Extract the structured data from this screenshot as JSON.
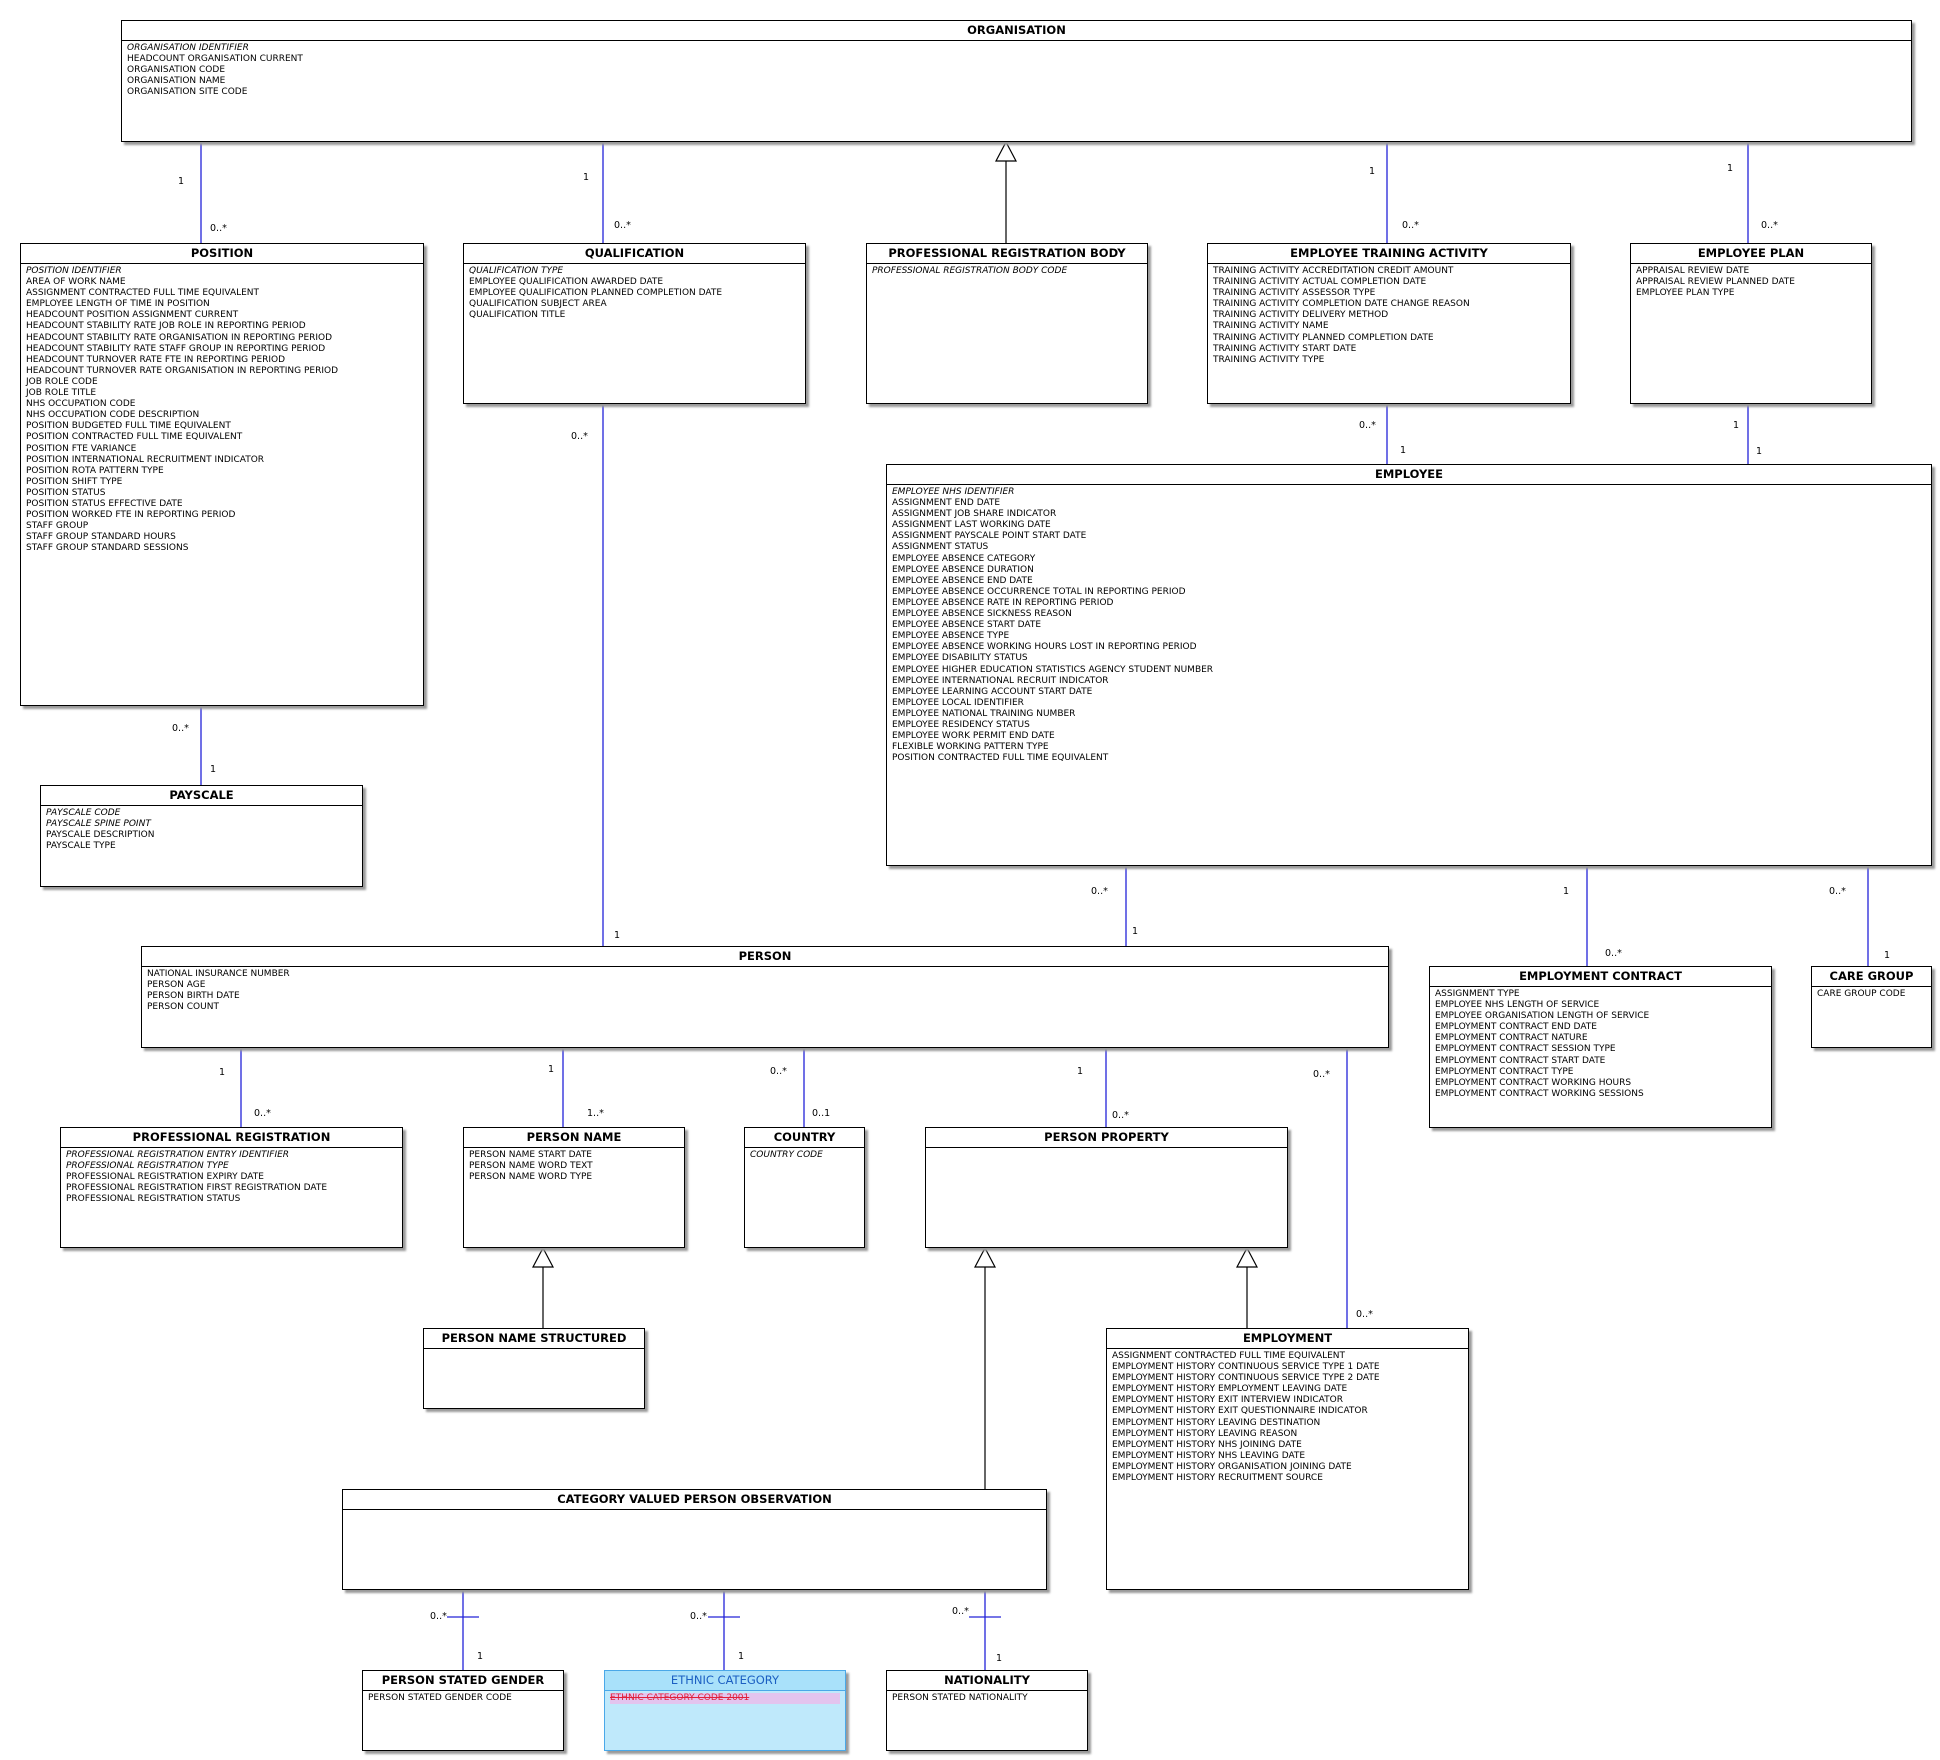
{
  "colors": {
    "line": "#2424d8",
    "inherit": "#000000",
    "border": "#000000",
    "highlight": "#bfe9fb"
  },
  "entities": {
    "organisation": {
      "title": "ORGANISATION",
      "attributes": [
        {
          "text": "ORGANISATION IDENTIFIER",
          "key": true
        },
        {
          "text": "HEADCOUNT ORGANISATION CURRENT"
        },
        {
          "text": "ORGANISATION CODE"
        },
        {
          "text": "ORGANISATION NAME"
        },
        {
          "text": "ORGANISATION SITE CODE"
        }
      ]
    },
    "position": {
      "title": "POSITION",
      "attributes": [
        {
          "text": "POSITION IDENTIFIER",
          "key": true
        },
        {
          "text": "AREA OF WORK NAME"
        },
        {
          "text": "ASSIGNMENT CONTRACTED FULL TIME EQUIVALENT"
        },
        {
          "text": "EMPLOYEE LENGTH OF TIME IN POSITION"
        },
        {
          "text": "HEADCOUNT POSITION ASSIGNMENT CURRENT"
        },
        {
          "text": "HEADCOUNT STABILITY RATE JOB ROLE IN REPORTING PERIOD"
        },
        {
          "text": "HEADCOUNT STABILITY RATE ORGANISATION IN REPORTING PERIOD"
        },
        {
          "text": "HEADCOUNT STABILITY RATE STAFF GROUP IN REPORTING PERIOD"
        },
        {
          "text": "HEADCOUNT TURNOVER RATE FTE IN REPORTING PERIOD"
        },
        {
          "text": "HEADCOUNT TURNOVER RATE ORGANISATION IN REPORTING PERIOD"
        },
        {
          "text": "JOB ROLE CODE"
        },
        {
          "text": "JOB ROLE TITLE"
        },
        {
          "text": "NHS OCCUPATION CODE"
        },
        {
          "text": "NHS OCCUPATION CODE DESCRIPTION"
        },
        {
          "text": "POSITION BUDGETED FULL TIME EQUIVALENT"
        },
        {
          "text": "POSITION CONTRACTED FULL TIME EQUIVALENT"
        },
        {
          "text": "POSITION FTE VARIANCE"
        },
        {
          "text": "POSITION INTERNATIONAL RECRUITMENT INDICATOR"
        },
        {
          "text": "POSITION ROTA PATTERN TYPE"
        },
        {
          "text": "POSITION SHIFT TYPE"
        },
        {
          "text": "POSITION STATUS"
        },
        {
          "text": "POSITION STATUS EFFECTIVE DATE"
        },
        {
          "text": "POSITION WORKED FTE IN REPORTING PERIOD"
        },
        {
          "text": "STAFF GROUP"
        },
        {
          "text": "STAFF GROUP STANDARD HOURS"
        },
        {
          "text": "STAFF GROUP STANDARD SESSIONS"
        }
      ]
    },
    "qualification": {
      "title": "QUALIFICATION",
      "attributes": [
        {
          "text": "QUALIFICATION TYPE",
          "key": true
        },
        {
          "text": "EMPLOYEE QUALIFICATION AWARDED DATE"
        },
        {
          "text": "EMPLOYEE QUALIFICATION PLANNED COMPLETION DATE"
        },
        {
          "text": "QUALIFICATION SUBJECT AREA"
        },
        {
          "text": "QUALIFICATION TITLE"
        }
      ]
    },
    "professional_registration_body": {
      "title": "PROFESSIONAL REGISTRATION BODY",
      "attributes": [
        {
          "text": "PROFESSIONAL REGISTRATION BODY CODE",
          "key": true
        }
      ]
    },
    "employee_training_activity": {
      "title": "EMPLOYEE TRAINING ACTIVITY",
      "attributes": [
        {
          "text": "TRAINING ACTIVITY ACCREDITATION  CREDIT AMOUNT"
        },
        {
          "text": "TRAINING ACTIVITY ACTUAL COMPLETION DATE"
        },
        {
          "text": "TRAINING ACTIVITY ASSESSOR TYPE"
        },
        {
          "text": "TRAINING ACTIVITY COMPLETION DATE CHANGE REASON"
        },
        {
          "text": "TRAINING ACTIVITY DELIVERY METHOD"
        },
        {
          "text": "TRAINING ACTIVITY NAME"
        },
        {
          "text": "TRAINING ACTIVITY PLANNED COMPLETION DATE"
        },
        {
          "text": "TRAINING ACTIVITY START DATE"
        },
        {
          "text": "TRAINING ACTIVITY TYPE"
        }
      ]
    },
    "employee_plan": {
      "title": "EMPLOYEE PLAN",
      "attributes": [
        {
          "text": "APPRAISAL REVIEW DATE"
        },
        {
          "text": "APPRAISAL REVIEW PLANNED DATE"
        },
        {
          "text": "EMPLOYEE PLAN TYPE"
        }
      ]
    },
    "employee": {
      "title": "EMPLOYEE",
      "attributes": [
        {
          "text": "EMPLOYEE NHS IDENTIFIER",
          "key": true
        },
        {
          "text": "ASSIGNMENT END DATE"
        },
        {
          "text": "ASSIGNMENT JOB SHARE INDICATOR"
        },
        {
          "text": "ASSIGNMENT LAST WORKING DATE"
        },
        {
          "text": "ASSIGNMENT PAYSCALE POINT START DATE"
        },
        {
          "text": "ASSIGNMENT STATUS"
        },
        {
          "text": "EMPLOYEE ABSENCE CATEGORY"
        },
        {
          "text": "EMPLOYEE ABSENCE DURATION"
        },
        {
          "text": "EMPLOYEE ABSENCE END DATE"
        },
        {
          "text": "EMPLOYEE ABSENCE OCCURRENCE TOTAL IN REPORTING PERIOD"
        },
        {
          "text": "EMPLOYEE ABSENCE RATE IN REPORTING PERIOD"
        },
        {
          "text": "EMPLOYEE ABSENCE SICKNESS REASON"
        },
        {
          "text": "EMPLOYEE ABSENCE START DATE"
        },
        {
          "text": "EMPLOYEE ABSENCE TYPE"
        },
        {
          "text": "EMPLOYEE ABSENCE WORKING HOURS LOST IN REPORTING PERIOD"
        },
        {
          "text": "EMPLOYEE DISABILITY STATUS"
        },
        {
          "text": "EMPLOYEE HIGHER EDUCATION STATISTICS AGENCY STUDENT NUMBER"
        },
        {
          "text": "EMPLOYEE INTERNATIONAL RECRUIT INDICATOR"
        },
        {
          "text": "EMPLOYEE LEARNING ACCOUNT START DATE"
        },
        {
          "text": "EMPLOYEE LOCAL IDENTIFIER"
        },
        {
          "text": "EMPLOYEE NATIONAL TRAINING NUMBER"
        },
        {
          "text": "EMPLOYEE RESIDENCY STATUS"
        },
        {
          "text": "EMPLOYEE WORK PERMIT END DATE"
        },
        {
          "text": "FLEXIBLE WORKING PATTERN TYPE"
        },
        {
          "text": "POSITION CONTRACTED FULL TIME EQUIVALENT"
        }
      ]
    },
    "payscale": {
      "title": "PAYSCALE",
      "attributes": [
        {
          "text": "PAYSCALE CODE",
          "key": true
        },
        {
          "text": "PAYSCALE SPINE POINT",
          "key": true
        },
        {
          "text": "PAYSCALE DESCRIPTION"
        },
        {
          "text": "PAYSCALE TYPE"
        }
      ]
    },
    "person": {
      "title": "PERSON",
      "attributes": [
        {
          "text": "NATIONAL INSURANCE NUMBER"
        },
        {
          "text": "PERSON AGE"
        },
        {
          "text": "PERSON BIRTH DATE"
        },
        {
          "text": "PERSON COUNT"
        }
      ]
    },
    "employment_contract": {
      "title": "EMPLOYMENT CONTRACT",
      "attributes": [
        {
          "text": "ASSIGNMENT TYPE"
        },
        {
          "text": "EMPLOYEE NHS LENGTH OF SERVICE"
        },
        {
          "text": "EMPLOYEE ORGANISATION LENGTH OF SERVICE"
        },
        {
          "text": "EMPLOYMENT CONTRACT END DATE"
        },
        {
          "text": "EMPLOYMENT CONTRACT NATURE"
        },
        {
          "text": "EMPLOYMENT CONTRACT SESSION TYPE"
        },
        {
          "text": "EMPLOYMENT CONTRACT START DATE"
        },
        {
          "text": "EMPLOYMENT CONTRACT TYPE"
        },
        {
          "text": "EMPLOYMENT CONTRACT WORKING HOURS"
        },
        {
          "text": "EMPLOYMENT CONTRACT WORKING SESSIONS"
        }
      ]
    },
    "care_group": {
      "title": "CARE GROUP",
      "attributes": [
        {
          "text": "CARE GROUP CODE"
        }
      ]
    },
    "professional_registration": {
      "title": "PROFESSIONAL REGISTRATION",
      "attributes": [
        {
          "text": "PROFESSIONAL REGISTRATION ENTRY IDENTIFIER",
          "key": true
        },
        {
          "text": "PROFESSIONAL REGISTRATION TYPE",
          "key": true
        },
        {
          "text": "PROFESSIONAL REGISTRATION EXPIRY DATE"
        },
        {
          "text": "PROFESSIONAL REGISTRATION FIRST REGISTRATION DATE"
        },
        {
          "text": "PROFESSIONAL REGISTRATION STATUS"
        }
      ]
    },
    "person_name": {
      "title": "PERSON NAME",
      "attributes": [
        {
          "text": "PERSON NAME START DATE"
        },
        {
          "text": "PERSON NAME WORD TEXT"
        },
        {
          "text": "PERSON NAME WORD TYPE"
        }
      ]
    },
    "country": {
      "title": "COUNTRY",
      "attributes": [
        {
          "text": "COUNTRY CODE",
          "key": true
        }
      ]
    },
    "person_property": {
      "title": "PERSON PROPERTY",
      "attributes": []
    },
    "person_name_structured": {
      "title": "PERSON NAME STRUCTURED",
      "attributes": []
    },
    "employment": {
      "title": "EMPLOYMENT",
      "attributes": [
        {
          "text": "ASSIGNMENT CONTRACTED FULL TIME EQUIVALENT"
        },
        {
          "text": "EMPLOYMENT HISTORY CONTINUOUS SERVICE TYPE 1 DATE"
        },
        {
          "text": "EMPLOYMENT HISTORY CONTINUOUS SERVICE TYPE 2 DATE"
        },
        {
          "text": "EMPLOYMENT HISTORY EMPLOYMENT LEAVING DATE"
        },
        {
          "text": "EMPLOYMENT HISTORY EXIT INTERVIEW INDICATOR"
        },
        {
          "text": "EMPLOYMENT HISTORY EXIT QUESTIONNAIRE INDICATOR"
        },
        {
          "text": "EMPLOYMENT HISTORY LEAVING DESTINATION"
        },
        {
          "text": "EMPLOYMENT HISTORY LEAVING REASON"
        },
        {
          "text": "EMPLOYMENT HISTORY NHS JOINING DATE"
        },
        {
          "text": "EMPLOYMENT HISTORY NHS LEAVING DATE"
        },
        {
          "text": "EMPLOYMENT HISTORY ORGANISATION JOINING DATE"
        },
        {
          "text": "EMPLOYMENT HISTORY RECRUITMENT SOURCE"
        }
      ]
    },
    "category_valued_person_observation": {
      "title": "CATEGORY VALUED PERSON OBSERVATION",
      "attributes": []
    },
    "person_stated_gender": {
      "title": "PERSON STATED GENDER",
      "attributes": [
        {
          "text": "PERSON STATED GENDER CODE"
        }
      ]
    },
    "ethnic_category": {
      "title": "ETHNIC CATEGORY",
      "attributes": [
        {
          "text": "ETHNIC CATEGORY CODE 2001"
        }
      ]
    },
    "nationality": {
      "title": "NATIONALITY",
      "attributes": [
        {
          "text": "PERSON STATED NATIONALITY"
        }
      ]
    }
  },
  "multiplicities": {
    "org_position_1": "1",
    "org_position_n": "0..*",
    "org_qual_1": "1",
    "org_qual_n": "0..*",
    "org_eta_1": "1",
    "org_eta_n": "0..*",
    "org_plan_1": "1",
    "org_plan_n": "0..*",
    "eta_emp_n": "0..*",
    "eta_emp_1": "1",
    "plan_emp_1": "1",
    "plan_emp_1b": "1",
    "pos_pay_n": "0..*",
    "pos_pay_1": "1",
    "qual_person_n": "0..*",
    "qual_person_1": "1",
    "emp_person_n": "0..*",
    "emp_person_1": "1",
    "emp_contract_1": "1",
    "emp_contract_n": "0..*",
    "emp_care_n": "0..*",
    "emp_care_1": "1",
    "person_reg_1": "1",
    "person_reg_n": "0..*",
    "person_name_1": "1",
    "person_name_n": "1..*",
    "person_country_n": "0..*",
    "person_country_1": "0..1",
    "person_prop_1": "1",
    "person_prop_n": "0..*",
    "person_employment_n": "0..*",
    "person_employment_nb": "0..*",
    "obs_gender_n": "0..*",
    "obs_gender_1": "1",
    "obs_ethnic_n": "0..*",
    "obs_ethnic_1": "1",
    "obs_nat_n": "0..*",
    "obs_nat_1": "1"
  }
}
